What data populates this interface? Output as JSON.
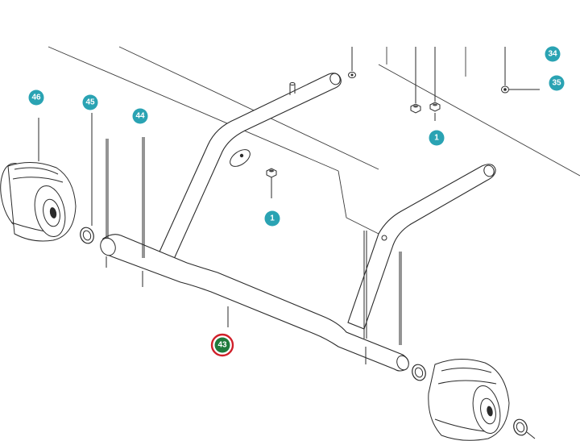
{
  "colors": {
    "callout_fill": "#2aa3b3",
    "selected_fill": "#1f7a3c",
    "selected_ring": "#d0202a",
    "linework": "#2a2a2a"
  },
  "callouts": [
    {
      "id": "46",
      "label": "46"
    },
    {
      "id": "45",
      "label": "45"
    },
    {
      "id": "44",
      "label": "44"
    },
    {
      "id": "34",
      "label": "34"
    },
    {
      "id": "35",
      "label": "35"
    },
    {
      "id": "1a",
      "label": "1"
    },
    {
      "id": "1b",
      "label": "1"
    },
    {
      "id": "43",
      "label": "43",
      "selected": true
    }
  ]
}
